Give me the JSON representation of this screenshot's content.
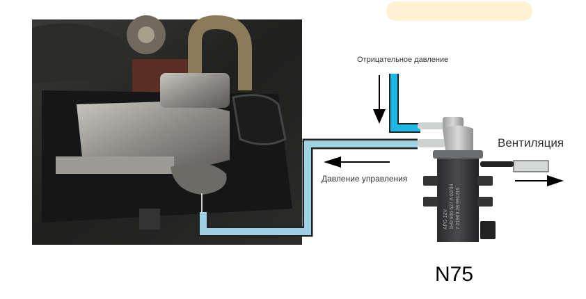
{
  "labels": {
    "negative_pressure": "Отрицательное давление",
    "control_pressure": "Давление управления",
    "ventilation": "Вентиляция",
    "component": "N75"
  },
  "valve_markings": [
    "APG 12V",
    "1H0 906 627 A 02/09",
    "7 21903 28 991215"
  ],
  "colors": {
    "control_tube": "#9fd3e3",
    "vacuum_tube": "#1bb8e6",
    "highlight": "#fdf1d2"
  }
}
